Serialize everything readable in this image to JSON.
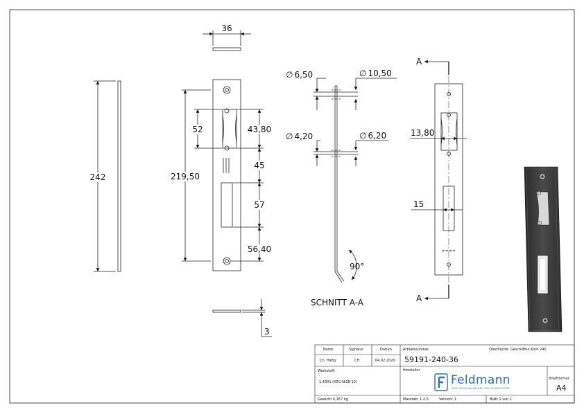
{
  "dimensions": {
    "width_top": "36",
    "side_height": "242",
    "hole_spacing": "219,50",
    "slot_height": "52",
    "slot_offset": "43,80",
    "gap": "45",
    "bolt_slot": "57",
    "bottom_offset": "56,40",
    "thickness": "3",
    "dia_a": "6,50",
    "dia_b": "10,50",
    "dia_c": "4,20",
    "dia_d": "6,20",
    "angle": "90°",
    "front_width_top": "13,80",
    "front_width_bottom": "15",
    "diameter_symbol": "∅"
  },
  "section": {
    "label": "SCHNITT A-A",
    "marker": "A"
  },
  "title_block": {
    "headers": [
      "Name",
      "Signatur",
      "Datum"
    ],
    "row": [
      "Ch. Häfig",
      "CH",
      "04.02.2020"
    ],
    "werkstoff_label": "Werkstoff:",
    "werkstoff_value": "1.4301 (X5CrNi18-10)",
    "gewicht": "Gewicht 0,167 kg",
    "artikel_label": "Artikelnummer",
    "artikel_number": "59191-240-36",
    "oberflaeche": "Oberfläche: Geschliffen Korn 240",
    "hersteller_label": "Hersteller",
    "brand": "Feldmann",
    "brand_sub": "EDELSTAHL BAUMARKT UND SCHWEISSEREI",
    "blattformat_label": "Blattformat",
    "blattformat_value": "A4",
    "massstab": "Masstab: 1:2.5",
    "version": "Version: 1",
    "blatt": "Blatt 1 von 1"
  },
  "colors": {
    "line": "#222222",
    "plate_dark": "#3a3a3a",
    "brand": "#2d6fb3"
  }
}
